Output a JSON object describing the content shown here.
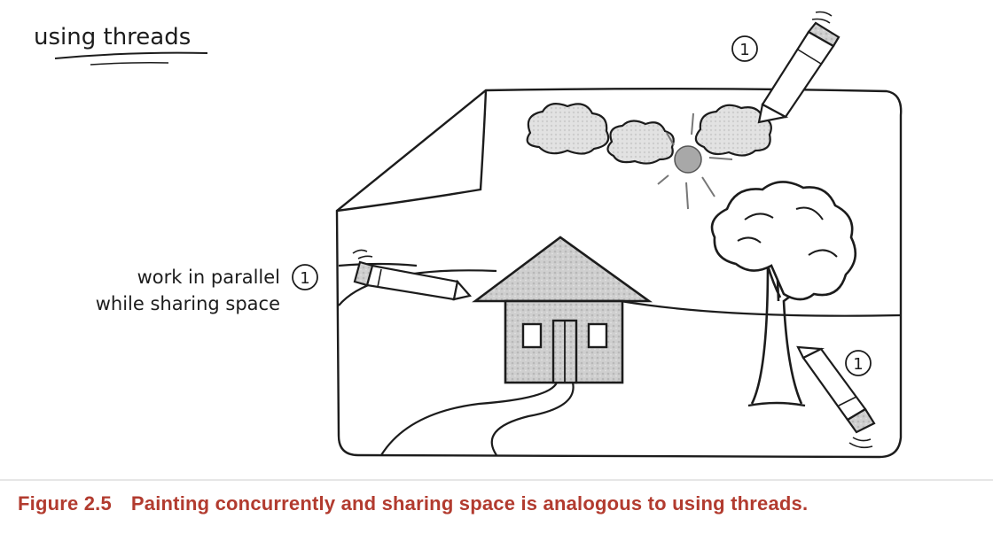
{
  "title": "using threads",
  "side_label": {
    "line1": "work in parallel",
    "line2": "while sharing space"
  },
  "markers": {
    "left": "1",
    "top_right": "1",
    "bottom_right": "1"
  },
  "caption": {
    "number": "Figure 2.5",
    "text": "Painting concurrently and sharing space is analogous to using threads."
  },
  "colors": {
    "ink": "#1c1c1c",
    "caption": "#b23b2f",
    "shade": "#c9c9c9"
  }
}
